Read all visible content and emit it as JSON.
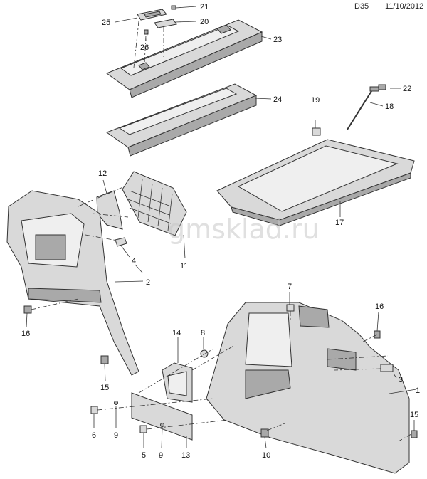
{
  "header": {
    "code": "D35",
    "date": "11/10/2012"
  },
  "watermark": "gmsklad.ru",
  "callouts": [
    "1",
    "2",
    "3",
    "4",
    "5",
    "6",
    "7",
    "8",
    "9",
    "9",
    "10",
    "11",
    "12",
    "13",
    "14",
    "15",
    "15",
    "16",
    "16",
    "17",
    "18",
    "19",
    "20",
    "21",
    "22",
    "23",
    "24",
    "25",
    "26"
  ],
  "colors": {
    "line": "#333333",
    "fill": "#d9d9d9",
    "background": "#ffffff"
  }
}
